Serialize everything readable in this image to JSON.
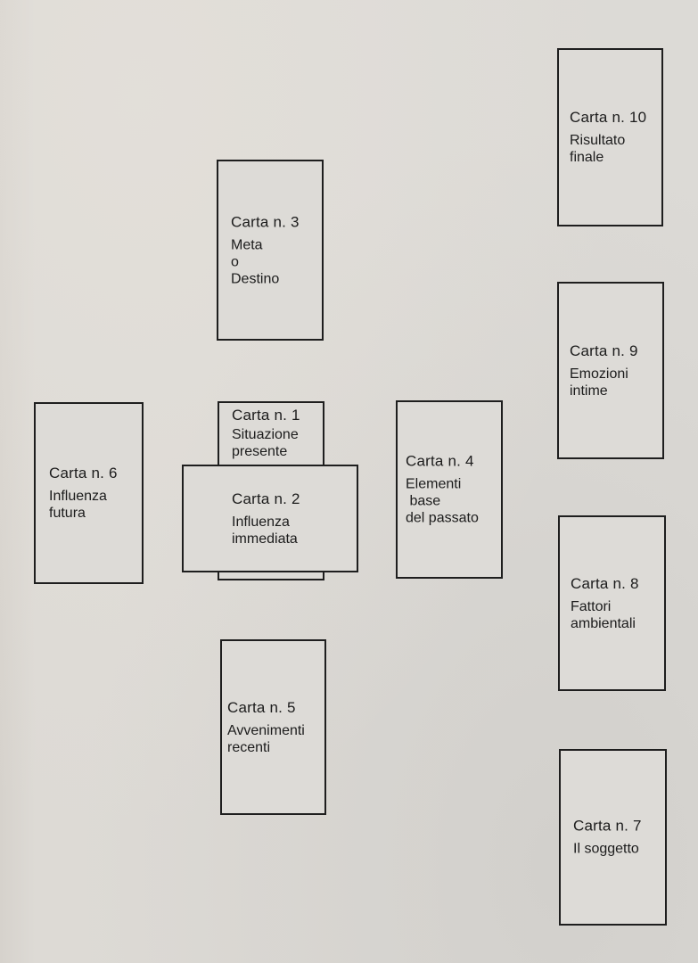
{
  "diagram": {
    "type": "tarot-spread",
    "cards": [
      {
        "id": "1",
        "title": "Carta n. 1",
        "meaning": "Situazione\npresente"
      },
      {
        "id": "2",
        "title": "Carta n. 2",
        "meaning": "Influenza\nimmediata"
      },
      {
        "id": "3",
        "title": "Carta n. 3",
        "meaning": "Meta\no\nDestino"
      },
      {
        "id": "4",
        "title": "Carta n. 4",
        "meaning": "Elementi\n base\ndel passato"
      },
      {
        "id": "5",
        "title": "Carta n. 5",
        "meaning": "Avvenimenti\nrecenti"
      },
      {
        "id": "6",
        "title": "Carta n. 6",
        "meaning": "Influenza\nfutura"
      },
      {
        "id": "7",
        "title": "Carta n. 7",
        "meaning": "Il soggetto"
      },
      {
        "id": "8",
        "title": "Carta n. 8",
        "meaning": "Fattori\nambientali"
      },
      {
        "id": "9",
        "title": "Carta n. 9",
        "meaning": "Emozioni\nintime"
      },
      {
        "id": "10",
        "title": "Carta n. 10",
        "meaning": "Risultato\nfinale"
      }
    ],
    "colors": {
      "paper": "#dcdad6",
      "ink": "#1e1e1e"
    }
  }
}
